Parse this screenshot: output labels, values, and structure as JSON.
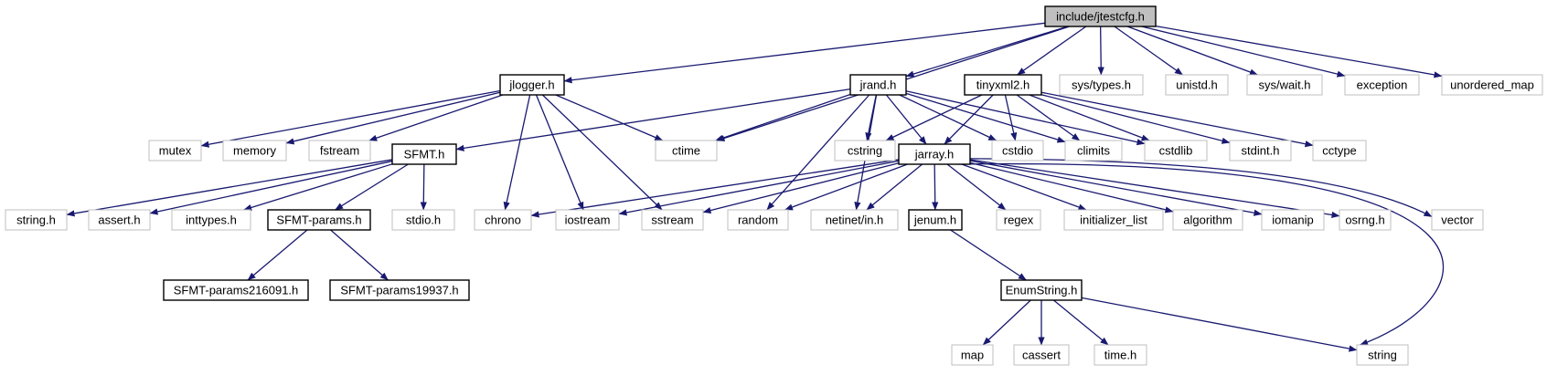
{
  "colors": {
    "edge": "#191970",
    "root_fill": "#bfbfbf",
    "box_border_strong": "#000000",
    "box_border_light": "#bfbfbf",
    "text": "#000000",
    "background": "#ffffff"
  },
  "nodes": [
    {
      "id": "jtestcfg",
      "label": "include/jtestcfg.h",
      "style": "root"
    },
    {
      "id": "jlogger",
      "label": "jlogger.h",
      "style": "strong"
    },
    {
      "id": "jrand",
      "label": "jrand.h",
      "style": "strong"
    },
    {
      "id": "tinyxml2",
      "label": "tinyxml2.h",
      "style": "strong"
    },
    {
      "id": "systypes",
      "label": "sys/types.h",
      "style": "light"
    },
    {
      "id": "unistd",
      "label": "unistd.h",
      "style": "light"
    },
    {
      "id": "syswait",
      "label": "sys/wait.h",
      "style": "light"
    },
    {
      "id": "exception",
      "label": "exception",
      "style": "light"
    },
    {
      "id": "unordered_map",
      "label": "unordered_map",
      "style": "light"
    },
    {
      "id": "mutex",
      "label": "mutex",
      "style": "light"
    },
    {
      "id": "memory",
      "label": "memory",
      "style": "light"
    },
    {
      "id": "fstream",
      "label": "fstream",
      "style": "light"
    },
    {
      "id": "sfmt",
      "label": "SFMT.h",
      "style": "strong"
    },
    {
      "id": "ctime",
      "label": "ctime",
      "style": "light"
    },
    {
      "id": "cstring",
      "label": "cstring",
      "style": "light"
    },
    {
      "id": "jarray",
      "label": "jarray.h",
      "style": "strong"
    },
    {
      "id": "cstdio",
      "label": "cstdio",
      "style": "light"
    },
    {
      "id": "climits",
      "label": "climits",
      "style": "light"
    },
    {
      "id": "cstdlib",
      "label": "cstdlib",
      "style": "light"
    },
    {
      "id": "stdint",
      "label": "stdint.h",
      "style": "light"
    },
    {
      "id": "cctype",
      "label": "cctype",
      "style": "light"
    },
    {
      "id": "stringh",
      "label": "string.h",
      "style": "light"
    },
    {
      "id": "asserth",
      "label": "assert.h",
      "style": "light"
    },
    {
      "id": "inttypes",
      "label": "inttypes.h",
      "style": "light"
    },
    {
      "id": "sfmtparams",
      "label": "SFMT-params.h",
      "style": "strong"
    },
    {
      "id": "stdioh",
      "label": "stdio.h",
      "style": "light"
    },
    {
      "id": "chrono",
      "label": "chrono",
      "style": "light"
    },
    {
      "id": "iostream",
      "label": "iostream",
      "style": "light"
    },
    {
      "id": "sstream",
      "label": "sstream",
      "style": "light"
    },
    {
      "id": "random",
      "label": "random",
      "style": "light"
    },
    {
      "id": "netinet",
      "label": "netinet/in.h",
      "style": "light"
    },
    {
      "id": "jenum",
      "label": "jenum.h",
      "style": "strong"
    },
    {
      "id": "regex",
      "label": "regex",
      "style": "light"
    },
    {
      "id": "initlist",
      "label": "initializer_list",
      "style": "light"
    },
    {
      "id": "algorithm",
      "label": "algorithm",
      "style": "light"
    },
    {
      "id": "iomanip",
      "label": "iomanip",
      "style": "light"
    },
    {
      "id": "osrng",
      "label": "osrng.h",
      "style": "light"
    },
    {
      "id": "vector",
      "label": "vector",
      "style": "light"
    },
    {
      "id": "sfmt216091",
      "label": "SFMT-params216091.h",
      "style": "strong"
    },
    {
      "id": "sfmt19937",
      "label": "SFMT-params19937.h",
      "style": "strong"
    },
    {
      "id": "enumstring",
      "label": "EnumString.h",
      "style": "strong"
    },
    {
      "id": "map",
      "label": "map",
      "style": "light"
    },
    {
      "id": "cassert",
      "label": "cassert",
      "style": "light"
    },
    {
      "id": "timeh",
      "label": "time.h",
      "style": "light"
    },
    {
      "id": "string",
      "label": "string",
      "style": "light"
    }
  ],
  "edges": [
    [
      "jtestcfg",
      "jlogger"
    ],
    [
      "jtestcfg",
      "jrand"
    ],
    [
      "jtestcfg",
      "tinyxml2"
    ],
    [
      "jtestcfg",
      "systypes"
    ],
    [
      "jtestcfg",
      "unistd"
    ],
    [
      "jtestcfg",
      "syswait"
    ],
    [
      "jtestcfg",
      "exception"
    ],
    [
      "jtestcfg",
      "unordered_map"
    ],
    [
      "jtestcfg",
      "ctime"
    ],
    [
      "jlogger",
      "mutex"
    ],
    [
      "jlogger",
      "memory"
    ],
    [
      "jlogger",
      "fstream"
    ],
    [
      "jlogger",
      "ctime"
    ],
    [
      "jlogger",
      "chrono"
    ],
    [
      "jlogger",
      "iostream"
    ],
    [
      "jlogger",
      "sstream"
    ],
    [
      "jrand",
      "sfmt"
    ],
    [
      "jrand",
      "ctime"
    ],
    [
      "jrand",
      "cstring"
    ],
    [
      "jrand",
      "jarray"
    ],
    [
      "jrand",
      "cstdio"
    ],
    [
      "jrand",
      "climits"
    ],
    [
      "jrand",
      "cstdlib"
    ],
    [
      "jrand",
      "random"
    ],
    [
      "jrand",
      "netinet"
    ],
    [
      "tinyxml2",
      "cstring"
    ],
    [
      "tinyxml2",
      "jarray"
    ],
    [
      "tinyxml2",
      "cstdio"
    ],
    [
      "tinyxml2",
      "climits"
    ],
    [
      "tinyxml2",
      "cstdlib"
    ],
    [
      "tinyxml2",
      "stdint"
    ],
    [
      "tinyxml2",
      "cctype"
    ],
    [
      "sfmt",
      "stringh"
    ],
    [
      "sfmt",
      "asserth"
    ],
    [
      "sfmt",
      "inttypes"
    ],
    [
      "sfmt",
      "sfmtparams"
    ],
    [
      "sfmt",
      "stdioh"
    ],
    [
      "sfmtparams",
      "sfmt216091"
    ],
    [
      "sfmtparams",
      "sfmt19937"
    ],
    [
      "jarray",
      "chrono"
    ],
    [
      "jarray",
      "iostream"
    ],
    [
      "jarray",
      "sstream"
    ],
    [
      "jarray",
      "random"
    ],
    [
      "jarray",
      "netinet"
    ],
    [
      "jarray",
      "jenum"
    ],
    [
      "jarray",
      "regex"
    ],
    [
      "jarray",
      "initlist"
    ],
    [
      "jarray",
      "algorithm"
    ],
    [
      "jarray",
      "iomanip"
    ],
    [
      "jarray",
      "osrng"
    ],
    [
      "jarray",
      "vector"
    ],
    [
      "jarray",
      "string"
    ],
    [
      "jenum",
      "enumstring"
    ],
    [
      "enumstring",
      "map"
    ],
    [
      "enumstring",
      "cassert"
    ],
    [
      "enumstring",
      "timeh"
    ],
    [
      "enumstring",
      "string"
    ]
  ]
}
